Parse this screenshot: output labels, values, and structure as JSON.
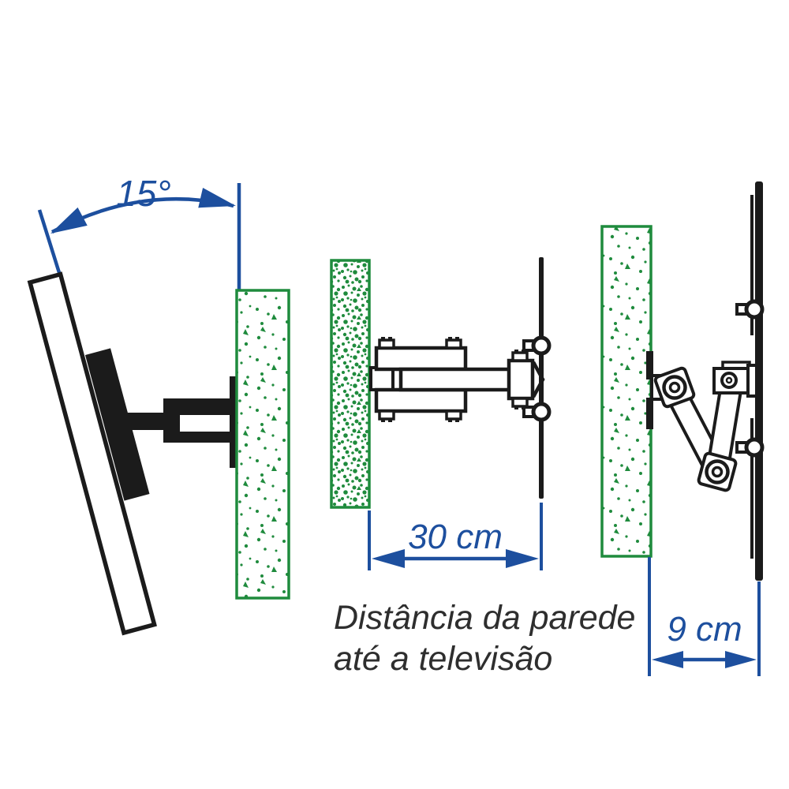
{
  "diagram": {
    "angle_label": "15°",
    "extended_distance_label": "30 cm",
    "folded_distance_label": "9 cm",
    "caption_line1": "Distância da parede",
    "caption_line2": "até a televisão"
  },
  "colors": {
    "annotation_blue": "#1d4f9e",
    "wall_green": "#1f8b3d",
    "ink_black": "#1b1b1b",
    "caption_gray": "#2e2e2e",
    "background": "#ffffff"
  }
}
